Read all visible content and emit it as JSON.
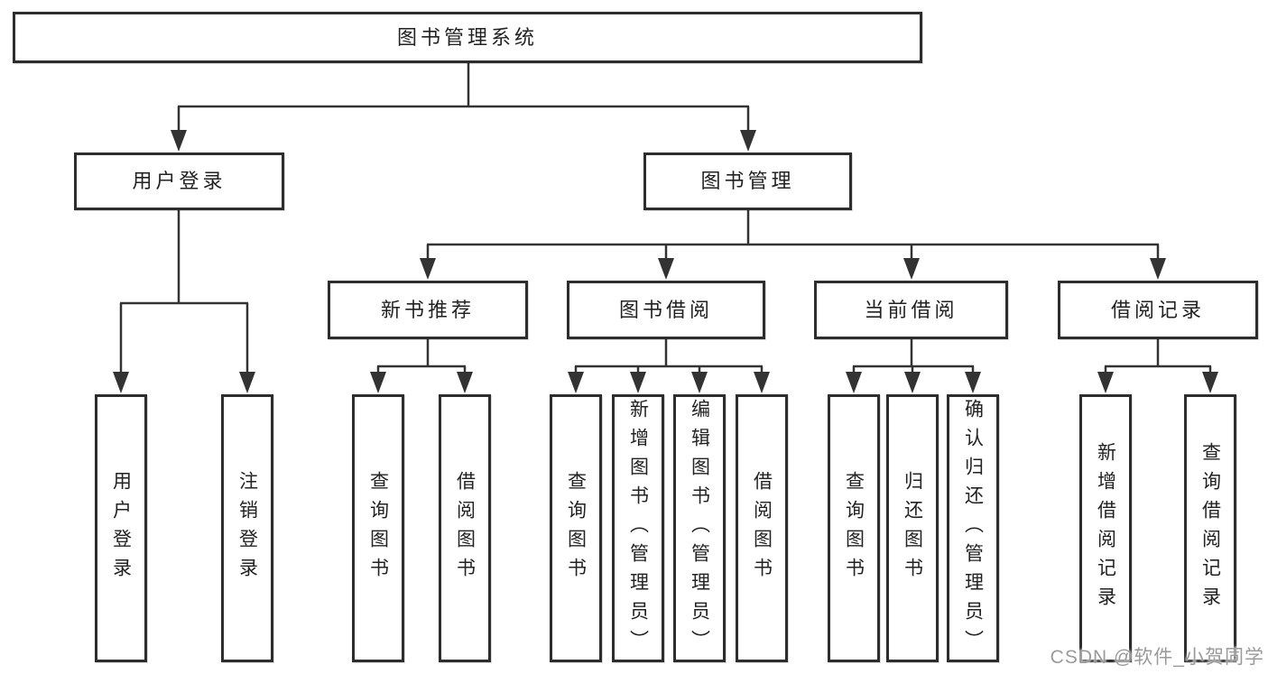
{
  "diagram": {
    "root": {
      "label": "图书管理系统"
    },
    "branches": [
      {
        "label": "用户登录",
        "children": [
          {
            "label": "用户登录"
          },
          {
            "label": "注销登录"
          }
        ]
      },
      {
        "label": "图书管理",
        "groups": [
          {
            "label": "新书推荐",
            "children": [
              {
                "label": "查询图书"
              },
              {
                "label": "借阅图书"
              }
            ]
          },
          {
            "label": "图书借阅",
            "children": [
              {
                "label": "查询图书"
              },
              {
                "label": "新增图书（管理员）"
              },
              {
                "label": "编辑图书（管理员）"
              },
              {
                "label": "借阅图书"
              }
            ]
          },
          {
            "label": "当前借阅",
            "children": [
              {
                "label": "查询图书"
              },
              {
                "label": "归还图书"
              },
              {
                "label": "确认归还（管理员）"
              }
            ]
          },
          {
            "label": "借阅记录",
            "children": [
              {
                "label": "新增借阅记录"
              },
              {
                "label": "查询借阅记录"
              }
            ]
          }
        ]
      }
    ]
  },
  "watermark": "CSDN @软件_小贺同学",
  "colors": {
    "line": "#333333",
    "border": "#2d2d2d",
    "text": "#222222",
    "watermark_text": "#9a9a9a",
    "background": "#ffffff"
  }
}
